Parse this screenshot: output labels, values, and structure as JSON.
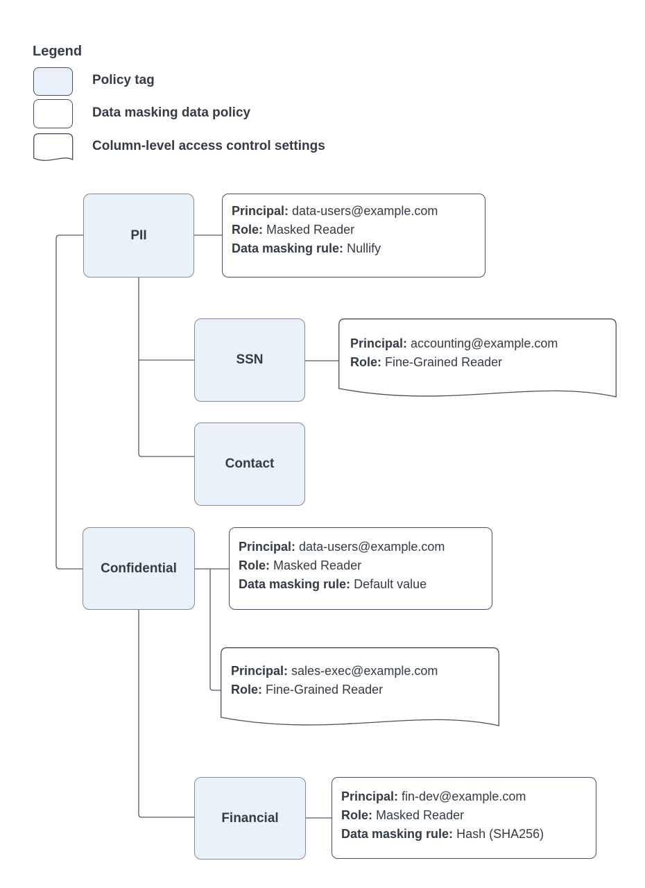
{
  "legend": {
    "title": "Legend",
    "items": [
      {
        "label": "Policy tag",
        "swatch": "policy-tag-swatch"
      },
      {
        "label": "Data masking data policy",
        "swatch": "data-policy-swatch"
      },
      {
        "label": "Column-level access control settings",
        "swatch": "access-control-swatch"
      }
    ]
  },
  "nodes": {
    "pii": "PII",
    "ssn": "SSN",
    "contact": "Contact",
    "confidential": "Confidential",
    "financial": "Financial"
  },
  "policies": {
    "pii_policy": {
      "lines": [
        {
          "label": "Principal:",
          "value": "data-users@example.com"
        },
        {
          "label": "Role:",
          "value": "Masked Reader"
        },
        {
          "label": "Data masking rule:",
          "value": "Nullify"
        }
      ]
    },
    "ssn_acl": {
      "lines": [
        {
          "label": "Principal:",
          "value": "accounting@example.com"
        },
        {
          "label": "Role:",
          "value": "Fine-Grained Reader"
        }
      ]
    },
    "confidential_policy": {
      "lines": [
        {
          "label": "Principal:",
          "value": "data-users@example.com"
        },
        {
          "label": "Role:",
          "value": "Masked Reader"
        },
        {
          "label": "Data masking rule:",
          "value": "Default value"
        }
      ]
    },
    "confidential_acl": {
      "lines": [
        {
          "label": "Principal:",
          "value": "sales-exec@example.com"
        },
        {
          "label": "Role:",
          "value": "Fine-Grained Reader"
        }
      ]
    },
    "financial_policy": {
      "lines": [
        {
          "label": "Principal:",
          "value": "fin-dev@example.com"
        },
        {
          "label": "Role:",
          "value": "Masked Reader"
        },
        {
          "label": "Data masking rule:",
          "value": "Hash (SHA256)"
        }
      ]
    }
  },
  "colors": {
    "policy_tag_fill": "#EAF1FB",
    "node_border": "#828A95",
    "shape_border": "#454F5B",
    "connector": "#4F5962",
    "text": "#333B45",
    "background": "#FFFFFF"
  }
}
